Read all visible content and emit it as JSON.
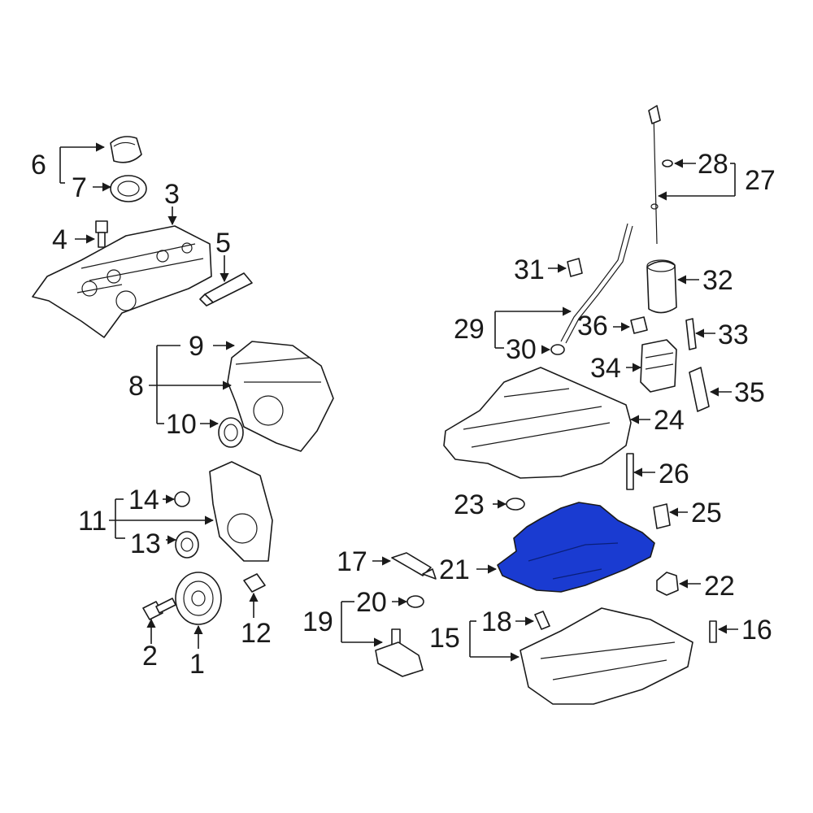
{
  "colors": {
    "highlight": "#1a3bd1",
    "line": "#1a1a1a",
    "background": "#ffffff"
  },
  "callouts": {
    "c1": "1",
    "c2": "2",
    "c3": "3",
    "c4": "4",
    "c5": "5",
    "c6": "6",
    "c7": "7",
    "c8": "8",
    "c9": "9",
    "c10": "10",
    "c11": "11",
    "c12": "12",
    "c13": "13",
    "c14": "14",
    "c15": "15",
    "c16": "16",
    "c17": "17",
    "c18": "18",
    "c19": "19",
    "c20": "20",
    "c21": "21",
    "c22": "22",
    "c23": "23",
    "c24": "24",
    "c25": "25",
    "c26": "26",
    "c27": "27",
    "c28": "28",
    "c29": "29",
    "c30": "30",
    "c31": "31",
    "c32": "32",
    "c33": "33",
    "c34": "34",
    "c35": "35",
    "c36": "36"
  },
  "highlighted_part": "21"
}
